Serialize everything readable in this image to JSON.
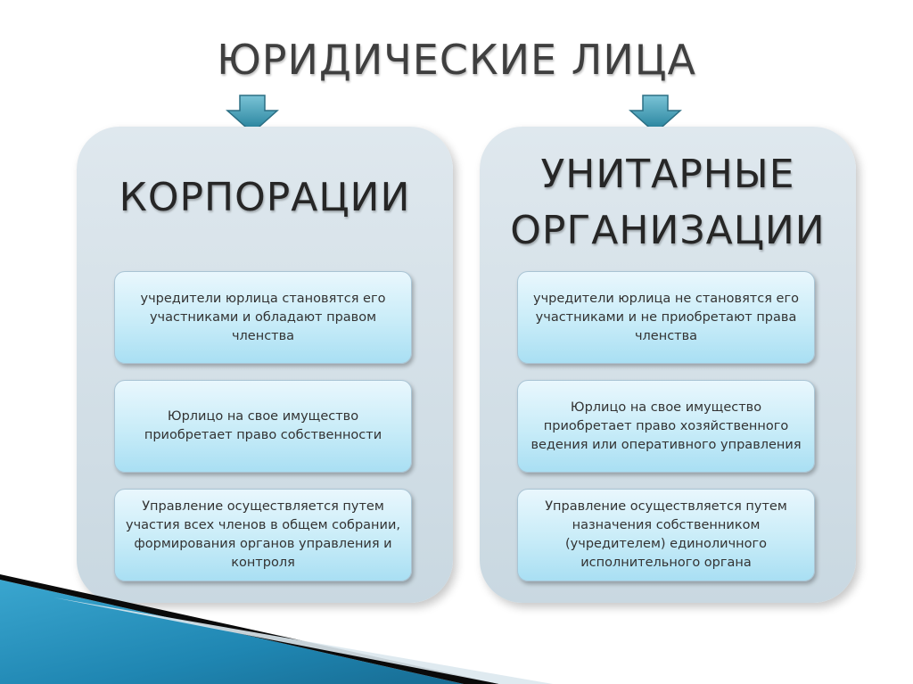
{
  "title": "ЮРИДИЧЕСКИЕ ЛИЦА",
  "colors": {
    "arrow_fill": "#2e8fa8",
    "panel": "#d4e0e7",
    "card": "#c8ecf8",
    "corner_blue": "#1f86b2",
    "corner_black": "#0a0a0a"
  },
  "columns": [
    {
      "heading_lines": [
        "КОРПОРАЦИИ"
      ],
      "cards": [
        "учредители юрлица  становятся его участниками и обладают правом членства",
        "Юрлицо на свое имущество приобретает право собственности",
        "Управление осуществляется путем участия всех членов в общем собрании, формирования органов управления и контроля"
      ]
    },
    {
      "heading_lines": [
        "УНИТАРНЫЕ",
        "ОРГАНИЗАЦИИ"
      ],
      "cards": [
        "учредители юрлица не становятся его участниками и не приобретают права членства",
        "Юрлицо на свое имущество приобретает право хозяйственного ведения или оперативного управления",
        "Управление осуществляется путем назначения собственником (учредителем) единоличного исполнительного органа"
      ]
    }
  ]
}
